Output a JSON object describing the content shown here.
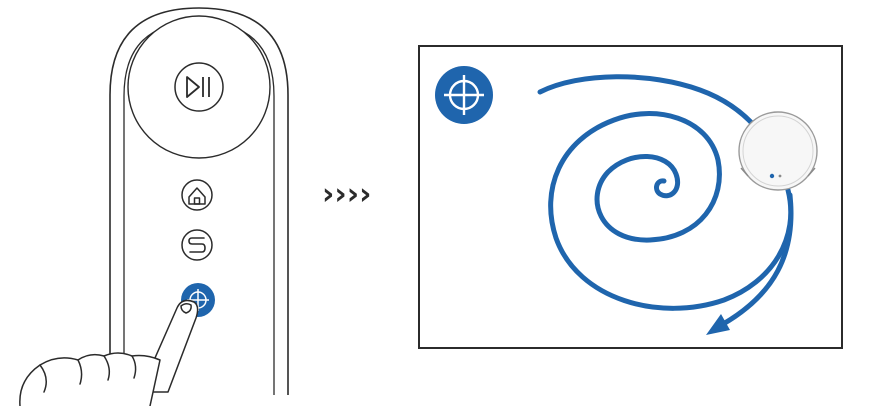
{
  "colors": {
    "accent": "#1f65ad",
    "outline": "#2b2b2b",
    "remote_body": "#ffffff",
    "robot_body": "#f7f7f7"
  },
  "remote": {
    "buttons": [
      {
        "name": "play-pause",
        "icon": "play-pause-icon"
      },
      {
        "name": "home",
        "icon": "dock-home-icon"
      },
      {
        "name": "edge",
        "icon": "edge-clean-icon"
      },
      {
        "name": "spot",
        "icon": "spot-crosshair-icon",
        "active": true
      }
    ]
  },
  "transition": {
    "arrows_text": "››››"
  },
  "panel": {
    "mode_badge_icon": "spot-crosshair-icon",
    "path_shape": "spiral",
    "robot_icon": "robot-vacuum-icon"
  }
}
